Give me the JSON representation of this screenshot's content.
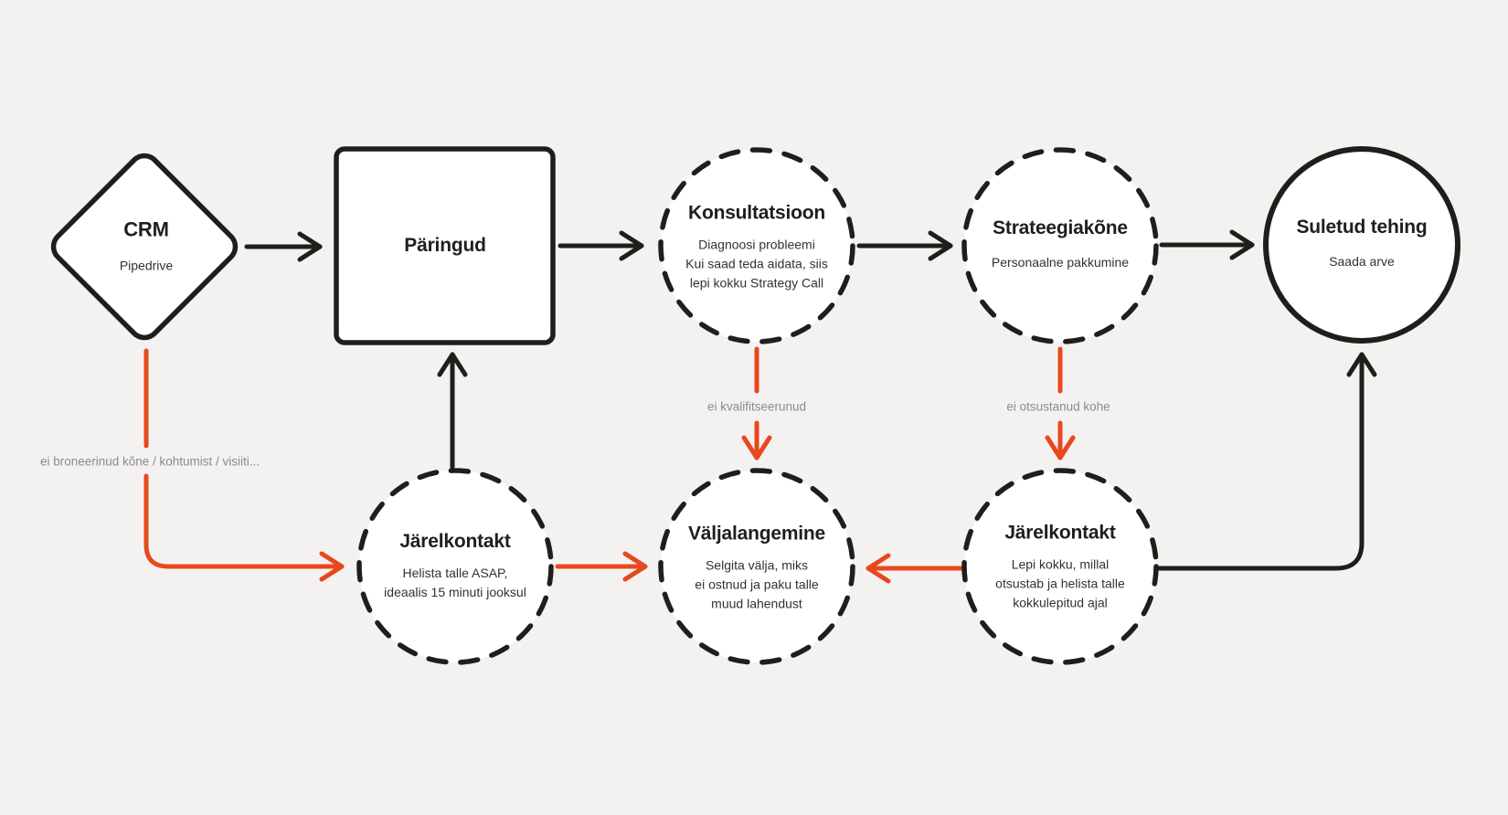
{
  "canvas": {
    "colors": {
      "bg": "#F4F2F1",
      "ink": "#201E1B",
      "accent": "#E8481E",
      "muted": "#8B8990",
      "body-text": "#333230",
      "node-fill": "#FFFFFF"
    }
  },
  "nodes": [
    {
      "id": "crm",
      "shape": "diamond",
      "title": "CRM",
      "body": [
        "Pipedrive"
      ]
    },
    {
      "id": "paringud",
      "shape": "square",
      "title": "Päringud",
      "body": []
    },
    {
      "id": "konsultatsioon",
      "shape": "dashed-circle",
      "title": "Konsultatsioon",
      "body": [
        "Diagnoosi probleemi",
        "Kui saad teda aidata, siis",
        "lepi kokku Strategy Call"
      ]
    },
    {
      "id": "strateegiakone",
      "shape": "dashed-circle",
      "title": "Strateegiakõne",
      "body": [
        "Personaalne pakkumine"
      ]
    },
    {
      "id": "suletud-tehing",
      "shape": "solid-circle",
      "title": "Suletud tehing",
      "body": [
        "Saada arve"
      ]
    },
    {
      "id": "jarelkontakt-1",
      "shape": "dashed-circle",
      "title": "Järelkontakt",
      "body": [
        "Helista talle ASAP,",
        "ideaalis 15 minuti jooksul"
      ]
    },
    {
      "id": "valjalangemine",
      "shape": "dashed-circle",
      "title": "Väljalangemine",
      "body": [
        "Selgita välja, miks",
        "ei ostnud ja paku talle",
        "muud lahendust"
      ]
    },
    {
      "id": "jarelkontakt-2",
      "shape": "dashed-circle",
      "title": "Järelkontakt",
      "body": [
        "Lepi kokku, millal",
        "otsustab ja helista talle",
        "kokkulepitud ajal"
      ]
    }
  ],
  "edge_labels": [
    {
      "id": "no-booking",
      "text": "ei broneerinud kõne / kohtumist / visiiti..."
    },
    {
      "id": "not-qualified",
      "text": "ei kvalifitseerunud"
    },
    {
      "id": "not-decided",
      "text": "ei otsustanud kohe"
    }
  ]
}
